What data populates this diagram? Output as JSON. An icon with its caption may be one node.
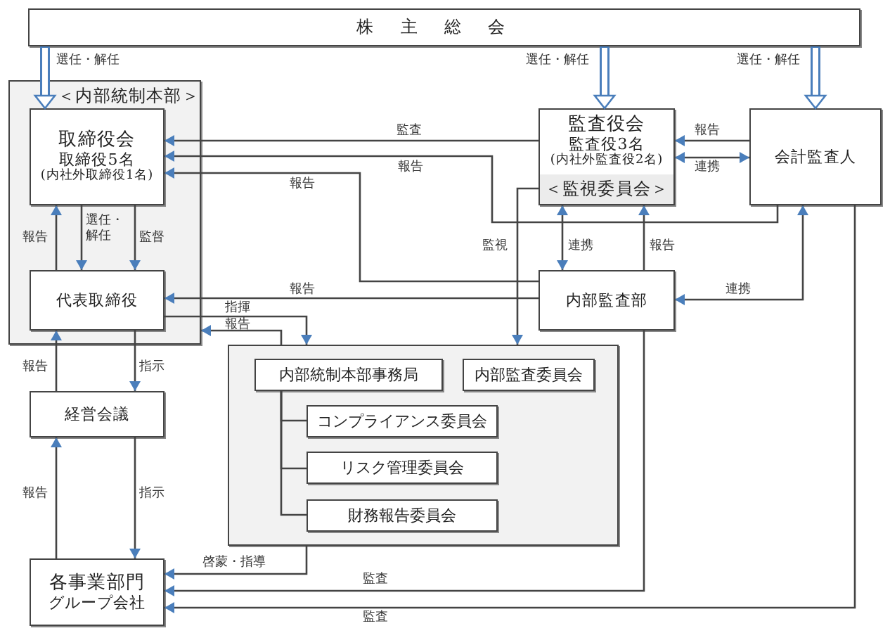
{
  "diagram": {
    "nodes": [
      {
        "text": [
          "株主総会"
        ]
      },
      {
        "text": [
          "＜内部統制本部＞"
        ]
      },
      {
        "text": [
          "取締役会",
          "取締役5名",
          "(内社外取締役1名)"
        ],
        "in": 1
      },
      {
        "text": [
          "代表取締役"
        ],
        "in": 1
      },
      {
        "text": [
          "監査役会",
          "監査役3名",
          "(内社外監査役2名)"
        ]
      },
      {
        "text": [
          "＜監視委員会＞"
        ],
        "in": 4
      },
      {
        "text": [
          "会計監査人"
        ]
      },
      {
        "text": [
          "内部監査部"
        ]
      },
      {
        "text": [
          "経営会議"
        ]
      },
      {
        "text": [
          "各事業部門",
          "グループ会社"
        ]
      },
      {
        "text": [],
        "shape": "box"
      },
      {
        "text": [
          "内部統制本部事務局"
        ],
        "in": 10
      },
      {
        "text": [
          "内部監査委員会"
        ],
        "in": 10
      },
      {
        "text": [
          "コンプライアンス委員会"
        ],
        "in": 10
      },
      {
        "text": [
          "リスク管理委員会"
        ],
        "in": 10
      },
      {
        "text": [
          "財務報告委員会"
        ],
        "in": 10
      }
    ],
    "edges": [
      {
        "from": 0,
        "to": 2,
        "arrow": "to",
        "label": "選任・解任",
        "style": "thick",
        "color": "#4a7ebb"
      },
      {
        "from": 0,
        "to": 4,
        "arrow": "to",
        "label": "選任・解任",
        "style": "thick",
        "color": "#4a7ebb"
      },
      {
        "from": 0,
        "to": 6,
        "arrow": "to",
        "label": "選任・解任",
        "style": "thick",
        "color": "#4a7ebb"
      },
      {
        "from": 4,
        "to": 2,
        "arrow": "to",
        "label": "監査"
      },
      {
        "from": 6,
        "to": 2,
        "arrow": "to",
        "label": "報告"
      },
      {
        "from": 7,
        "to": 2,
        "arrow": "to",
        "label": "報告"
      },
      {
        "from": 7,
        "to": 3,
        "arrow": "to",
        "label": "報告"
      },
      {
        "from": 2,
        "to": 3,
        "arrow": "to",
        "label": "選任・解任"
      },
      {
        "from": 2,
        "to": 3,
        "arrow": "to",
        "label": "監督"
      },
      {
        "from": 3,
        "to": 2,
        "arrow": "to",
        "label": "報告"
      },
      {
        "from": 3,
        "to": 10,
        "arrow": "to",
        "label": "指揮"
      },
      {
        "from": 10,
        "to": 1,
        "arrow": "to",
        "label": "報告"
      },
      {
        "from": 4,
        "to": 10,
        "arrow": "to",
        "label": "監視"
      },
      {
        "from": 4,
        "to": 7,
        "arrow": "both",
        "label": "連携"
      },
      {
        "from": 7,
        "to": 4,
        "arrow": "to",
        "label": "報告"
      },
      {
        "from": 6,
        "to": 4,
        "arrow": "to",
        "label": "報告"
      },
      {
        "from": 4,
        "to": 6,
        "arrow": "both",
        "label": "連携"
      },
      {
        "from": 7,
        "to": 6,
        "arrow": "both",
        "label": "連携"
      },
      {
        "from": 3,
        "to": 8,
        "arrow": "to",
        "label": "指示"
      },
      {
        "from": 8,
        "to": 3,
        "arrow": "to",
        "label": "報告"
      },
      {
        "from": 8,
        "to": 9,
        "arrow": "to",
        "label": "指示"
      },
      {
        "from": 9,
        "to": 8,
        "arrow": "to",
        "label": "報告"
      },
      {
        "from": 10,
        "to": 9,
        "arrow": "to",
        "label": "啓蒙・指導"
      },
      {
        "from": 7,
        "to": 9,
        "arrow": "to",
        "label": "監査"
      },
      {
        "from": 6,
        "to": 9,
        "arrow": "to",
        "label": "監査"
      },
      {
        "from": 11,
        "to": 13,
        "arrow": "none"
      },
      {
        "from": 11,
        "to": 14,
        "arrow": "none"
      },
      {
        "from": 11,
        "to": 15,
        "arrow": "none"
      }
    ]
  }
}
